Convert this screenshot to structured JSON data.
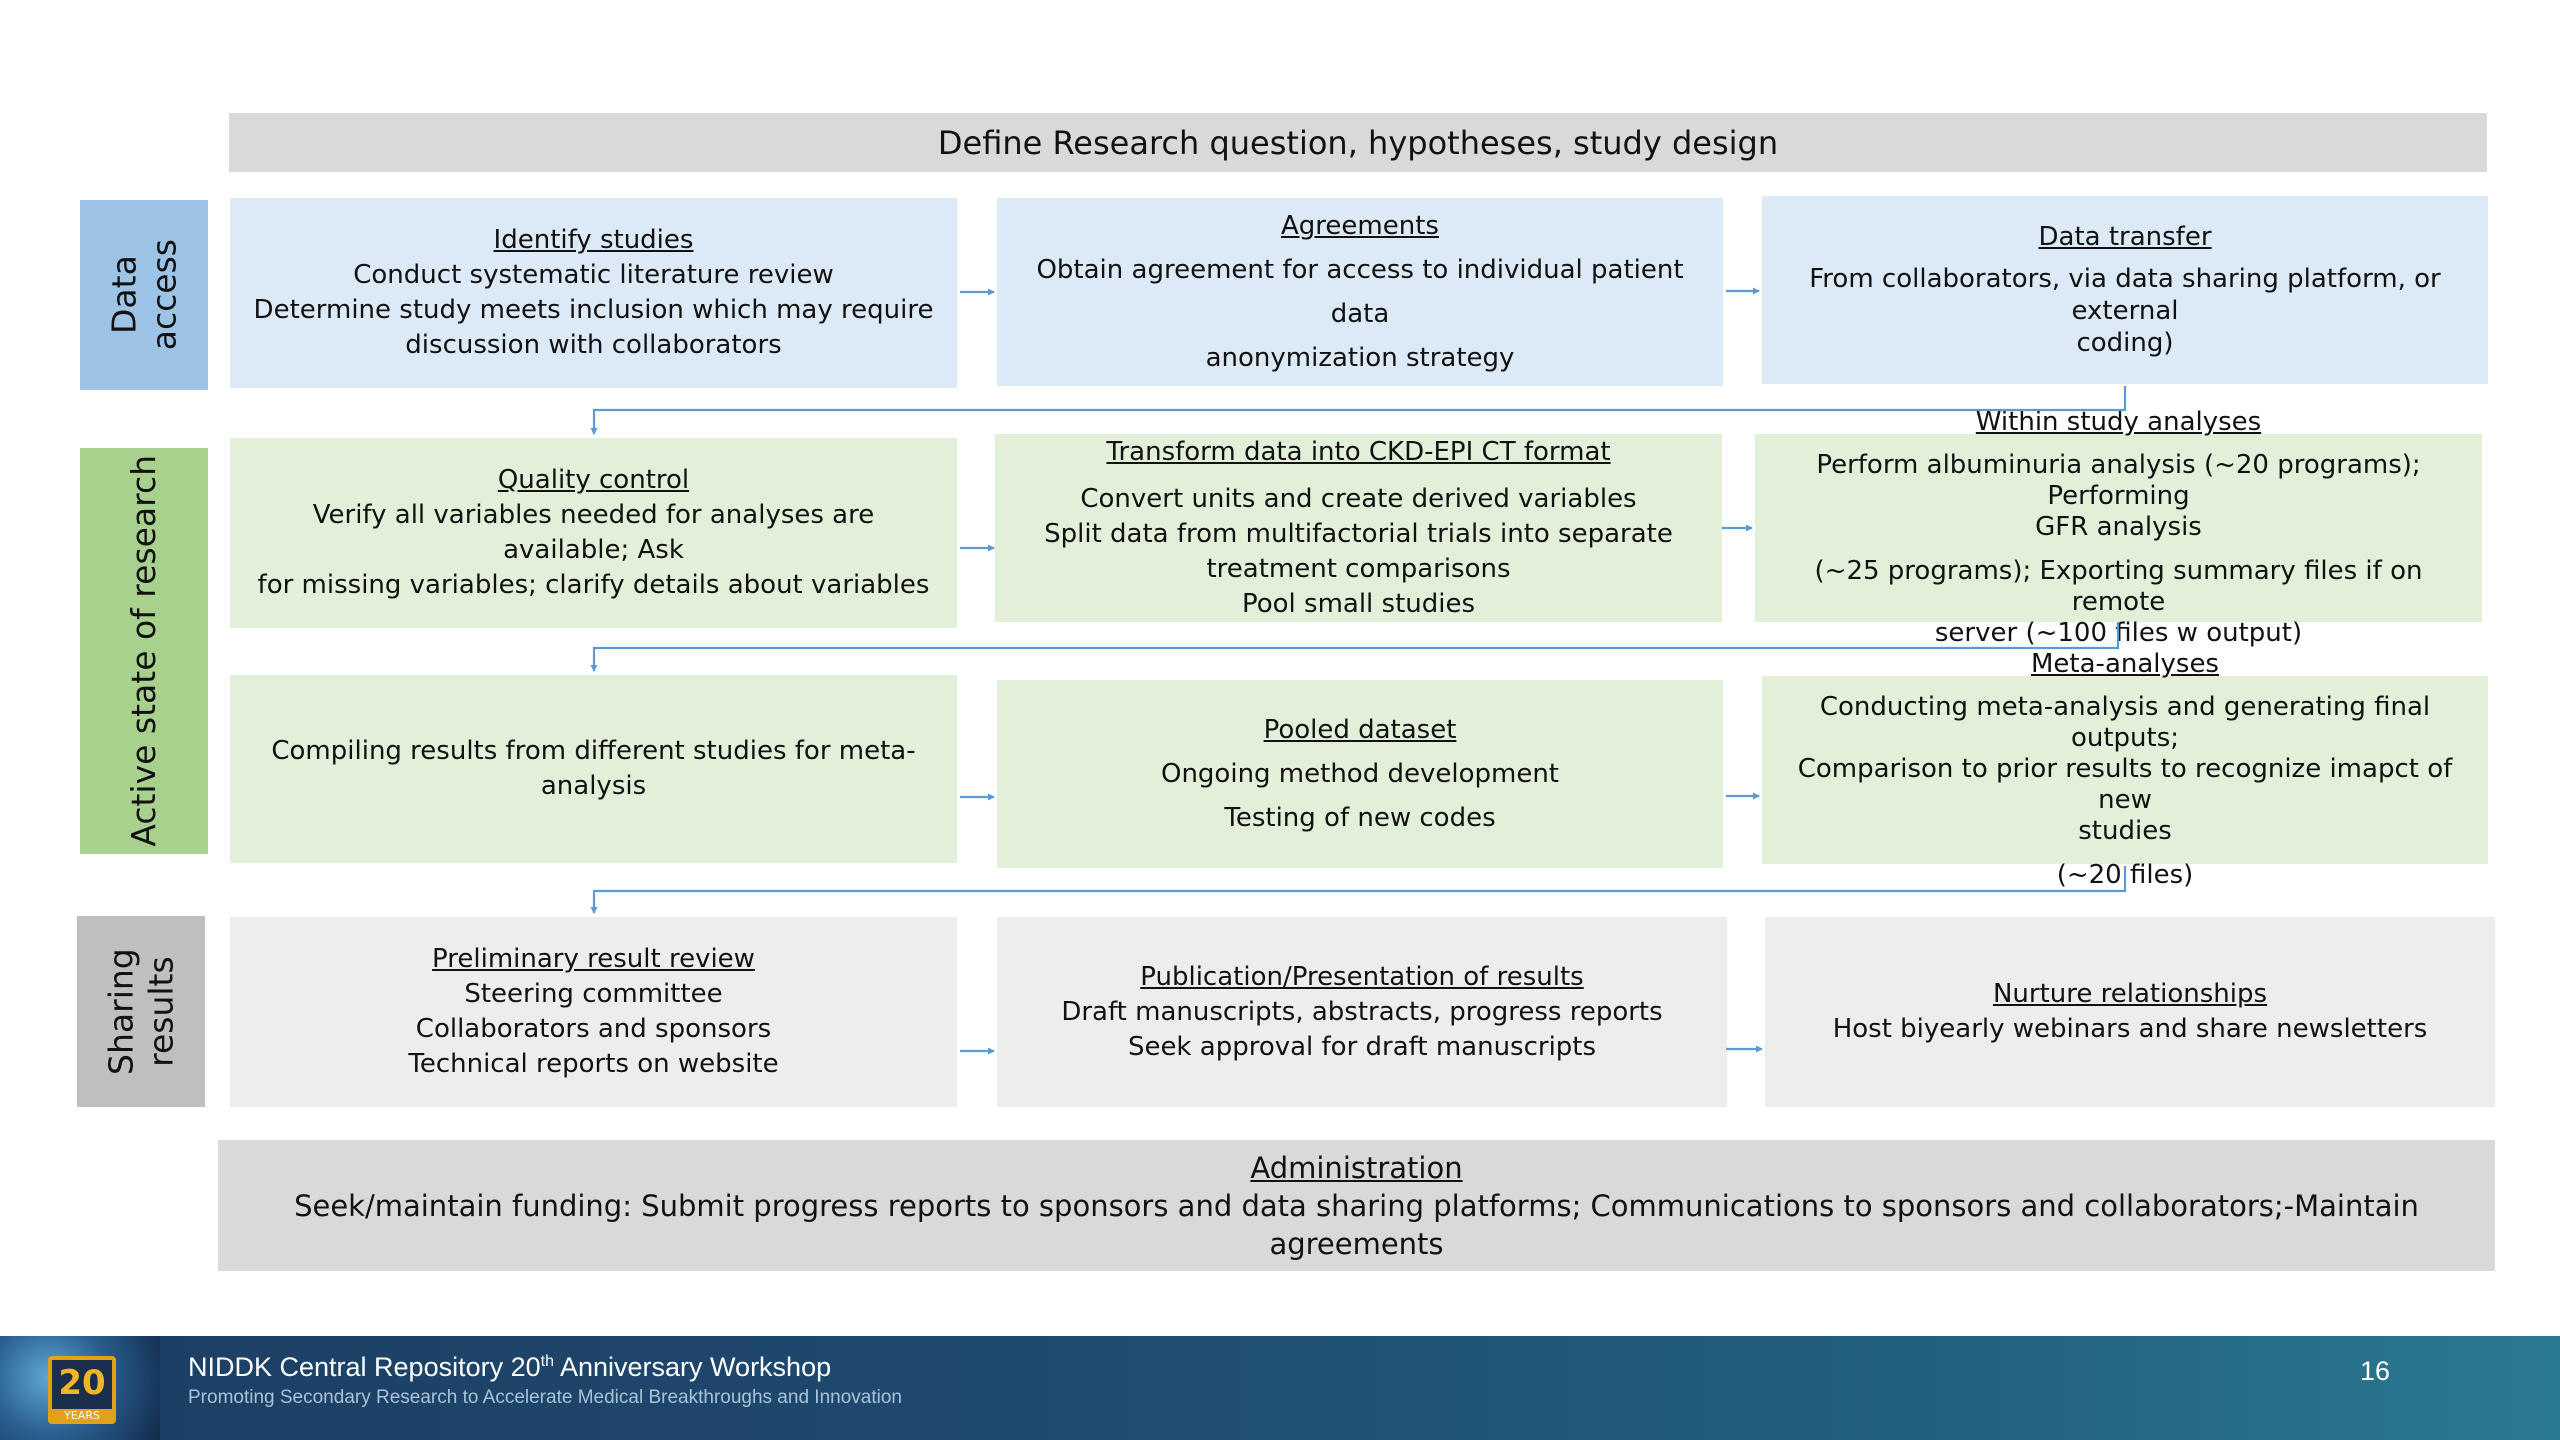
{
  "header": {
    "title": "Define Research question, hypotheses, study design"
  },
  "phases": {
    "data_access": "Data access",
    "active": "Active state of research",
    "sharing": "Sharing results"
  },
  "row1": [
    {
      "title": "Identify studies",
      "lines": [
        "Conduct systematic literature review",
        "Determine study meets inclusion which may require",
        "discussion with collaborators"
      ]
    },
    {
      "title": "Agreements",
      "lines": [
        "Obtain agreement for access to individual patient data",
        "anonymization strategy"
      ]
    },
    {
      "title": "Data transfer",
      "lines": [
        "From collaborators, via data sharing platform, or external",
        "coding)"
      ]
    }
  ],
  "row2": [
    {
      "title": "Quality control",
      "lines": [
        "Verify all variables needed for analyses are available; Ask",
        "for missing variables; clarify details about variables"
      ]
    },
    {
      "title": "Transform data into CKD-EPI CT format",
      "lines": [
        "Convert units and create derived variables",
        "Split data from multifactorial trials into separate",
        "treatment comparisons",
        "Pool small studies"
      ]
    },
    {
      "title": "Within study analyses",
      "lines": [
        "Perform albuminuria analysis (~20 programs); Performing",
        "GFR analysis",
        "(~25 programs); Exporting summary files if on remote",
        "server (~100 files w output)"
      ]
    }
  ],
  "row3": [
    {
      "text": "Compiling results from different studies for meta-analysis"
    },
    {
      "title": "Pooled dataset",
      "lines": [
        "Ongoing method development",
        "Testing of new codes"
      ]
    },
    {
      "title": "Meta-analyses",
      "lines": [
        "Conducting meta-analysis and generating final outputs;",
        "Comparison to prior results to recognize imapct of new",
        "studies",
        "(~20 files)"
      ]
    }
  ],
  "row4": [
    {
      "title": "Preliminary result review",
      "lines": [
        "Steering committee",
        "Collaborators and sponsors",
        "Technical reports on website"
      ]
    },
    {
      "title": "Publication/Presentation of results",
      "lines": [
        "Draft manuscripts, abstracts, progress reports",
        "Seek approval for draft manuscripts"
      ]
    },
    {
      "title": "Nurture relationships",
      "lines": [
        "Host biyearly webinars and share newsletters"
      ]
    }
  ],
  "admin": {
    "title": "Administration",
    "text": "Seek/maintain funding:  Submit progress reports to sponsors and data sharing platforms; Communications to sponsors and collaborators;-Maintain agreements"
  },
  "footer": {
    "logo_number": "20",
    "logo_years": "YEARS",
    "title": "NIDDK Central Repository 20",
    "title_sup": "th",
    "title_tail": " Anniversary Workshop",
    "subtitle": "Promoting Secondary Research to Accelerate Medical Breakthroughs and Innovation",
    "page_number": "16"
  },
  "colors": {
    "data_access": "#9dc3e6",
    "active": "#a9d18e",
    "sharing": "#bfbfbf",
    "arrow": "#5b9bd5"
  }
}
